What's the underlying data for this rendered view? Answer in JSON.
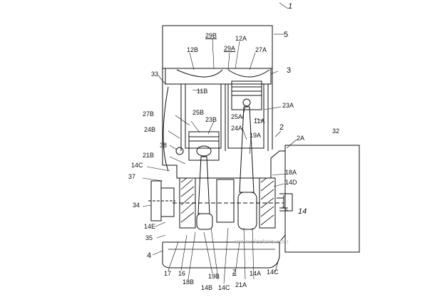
{
  "figure": {
    "ref_main": "1",
    "labels": {
      "l29B": "29B",
      "l12A": "12A",
      "l5": "5",
      "l12B": "12B",
      "l29A": "29A",
      "l27A": "27A",
      "l33": "33",
      "l3": "3",
      "l11B": "11B",
      "l23A": "23A",
      "l25A": "25A",
      "l11A": "11A",
      "l27B": "27B",
      "l25B": "25B",
      "l23B": "23B",
      "l24A": "24A",
      "l2": "2",
      "l32": "32",
      "l19A": "19A",
      "l24B": "24B",
      "l2A": "2A",
      "l38": "38",
      "l21B": "21B",
      "l14C_a": "14C",
      "l18A": "18A",
      "l37": "37",
      "l14D": "14D",
      "l34": "34",
      "l14": "14",
      "l14E": "14E",
      "l35": "35",
      "l4": "4",
      "l17": "17",
      "l16": "16",
      "l18B": "18B",
      "l19B": "19B",
      "lZ": "Z",
      "l14A": "14A",
      "l14C_b": "14C",
      "l14B": "14B",
      "l14C_c": "14C",
      "l21A": "21A"
    },
    "watermark": "www.elecfans.com"
  }
}
